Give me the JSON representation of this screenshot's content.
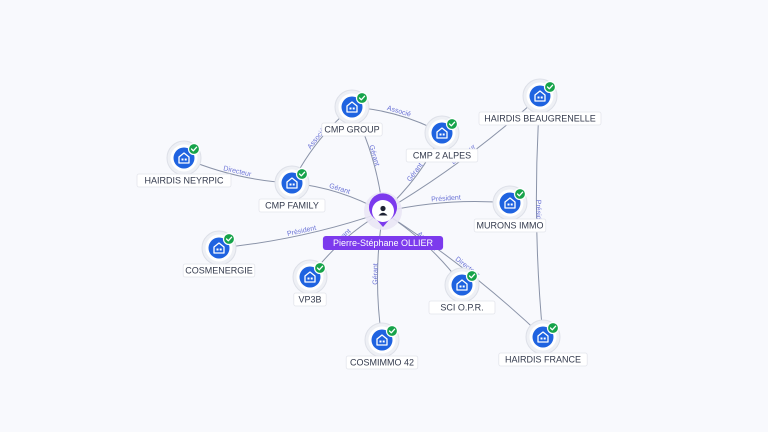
{
  "center": {
    "name": "Pierre-Stéphane OLLIER",
    "icon": "person-icon",
    "color": "#7c3aed"
  },
  "colors": {
    "company": "#1f63e0",
    "verified": "#16a34a",
    "edge_label": "#6b73d6",
    "edge": "#8a93a8"
  },
  "companies": [
    {
      "id": "cmp-group",
      "label": "CMP GROUP",
      "icon": "building-icon",
      "verified": true
    },
    {
      "id": "cmp-2-alpes",
      "label": "CMP 2 ALPES",
      "icon": "building-icon",
      "verified": true
    },
    {
      "id": "hairdis-beaugrenelle",
      "label": "HAIRDIS BEAUGRENELLE",
      "icon": "building-icon",
      "verified": true
    },
    {
      "id": "hairdis-neyrpic",
      "label": "HAIRDIS NEYRPIC",
      "icon": "building-icon",
      "verified": true
    },
    {
      "id": "cmp-family",
      "label": "CMP FAMILY",
      "icon": "building-icon",
      "verified": true
    },
    {
      "id": "murons-immo",
      "label": "MURONS IMMO",
      "icon": "building-icon",
      "verified": true
    },
    {
      "id": "cosmenergie",
      "label": "COSMENERGIE",
      "icon": "building-icon",
      "verified": true
    },
    {
      "id": "vp3b",
      "label": "VP3B",
      "icon": "building-icon",
      "verified": true
    },
    {
      "id": "sci-opr",
      "label": "SCI O.P.R.",
      "icon": "building-icon",
      "verified": true
    },
    {
      "id": "cosmimmo-42",
      "label": "COSMIMMO 42",
      "icon": "building-icon",
      "verified": true
    },
    {
      "id": "hairdis-france",
      "label": "HAIRDIS FRANCE",
      "icon": "building-icon",
      "verified": true
    }
  ],
  "edges": [
    {
      "from": "center",
      "to": "cmp-group",
      "label": "Gérant"
    },
    {
      "from": "cmp-group",
      "to": "cmp-2-alpes",
      "label": "Associé"
    },
    {
      "from": "center",
      "to": "cmp-2-alpes",
      "label": "Gérant"
    },
    {
      "from": "cmp-family",
      "to": "cmp-group",
      "label": "Associé"
    },
    {
      "from": "center",
      "to": "cmp-family",
      "label": "Gérant"
    },
    {
      "from": "cmp-family",
      "to": "hairdis-neyrpic",
      "label": "Directeur"
    },
    {
      "from": "center",
      "to": "hairdis-beaugrenelle",
      "label": "Directeur"
    },
    {
      "from": "center",
      "to": "murons-immo",
      "label": "Président"
    },
    {
      "from": "hairdis-beaugrenelle",
      "to": "hairdis-france",
      "label": "Président"
    },
    {
      "from": "center",
      "to": "cosmenergie",
      "label": "Président"
    },
    {
      "from": "center",
      "to": "vp3b",
      "label": "Gérant"
    },
    {
      "from": "center",
      "to": "sci-opr",
      "label": "Associé"
    },
    {
      "from": "center",
      "to": "cosmimmo-42",
      "label": "Gérant"
    },
    {
      "from": "center",
      "to": "hairdis-france",
      "label": "Directeur"
    }
  ]
}
